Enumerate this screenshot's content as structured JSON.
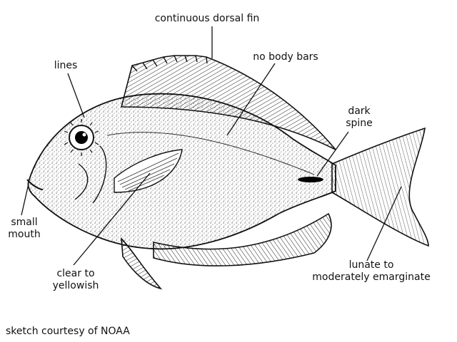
{
  "labels": {
    "dorsal": "continuous dorsal fin",
    "lines": "lines",
    "body_bars": "no body bars",
    "dark_spine": [
      "dark",
      "spine"
    ],
    "small_mouth": [
      "small",
      "mouth"
    ],
    "pectoral": [
      "clear to",
      "yellowish"
    ],
    "tail": [
      "lunate to",
      "moderately emarginate"
    ]
  },
  "credit": "sketch courtesy of NOAA"
}
